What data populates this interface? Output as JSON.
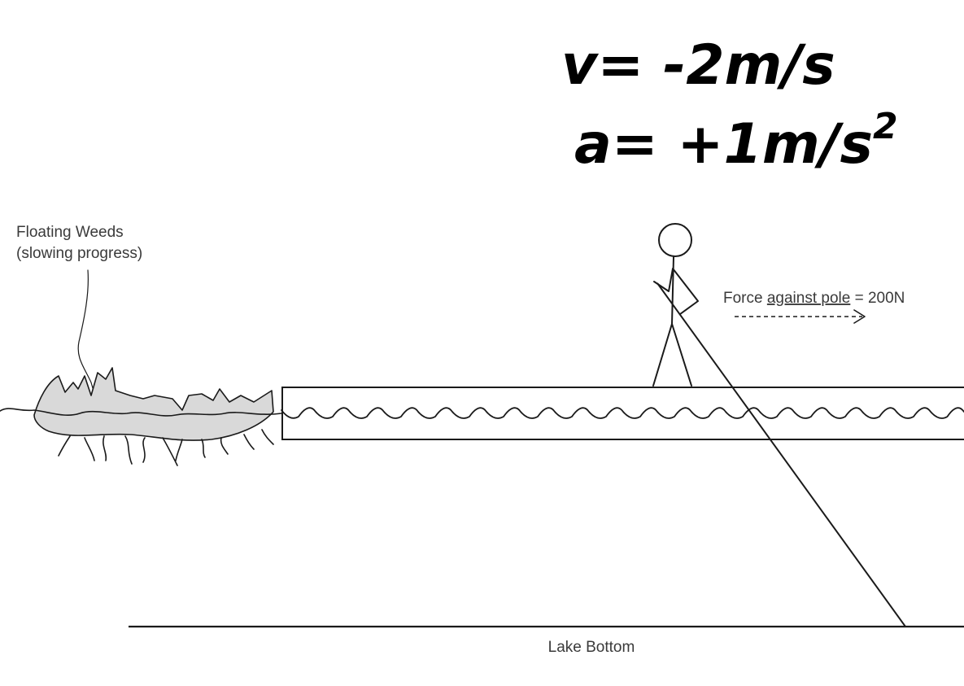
{
  "annotations": {
    "velocity": "v= -2m/s",
    "acceleration_prefix": "a= +1m/s",
    "acceleration_exponent": "2"
  },
  "labels": {
    "weeds_line1": "Floating Weeds",
    "weeds_line2": "(slowing progress)",
    "force_prefix": "Force ",
    "force_underlined": "against pole",
    "force_suffix": " = 200N",
    "lake_bottom": "Lake Bottom"
  },
  "colors": {
    "ink": "#1a1a1a",
    "weed_fill": "#d9d9d9",
    "label_text": "#3a3a3a"
  }
}
